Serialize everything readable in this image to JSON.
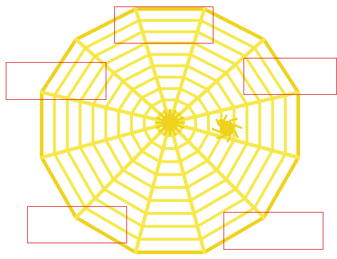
{
  "diagram": {
    "colors": {
      "web_yellow": "#f6e84a",
      "web_yellow_dark": "#efd21e",
      "label_border": "#dd3333",
      "background": "#ffffff"
    },
    "web": {
      "spoke_count": 12,
      "ring_count": 10,
      "has_spider": true
    },
    "label_boxes": [
      {
        "id": "box-top",
        "text": ""
      },
      {
        "id": "box-left",
        "text": ""
      },
      {
        "id": "box-right",
        "text": ""
      },
      {
        "id": "box-bottom-left",
        "text": ""
      },
      {
        "id": "box-bottom-right",
        "text": ""
      }
    ]
  }
}
